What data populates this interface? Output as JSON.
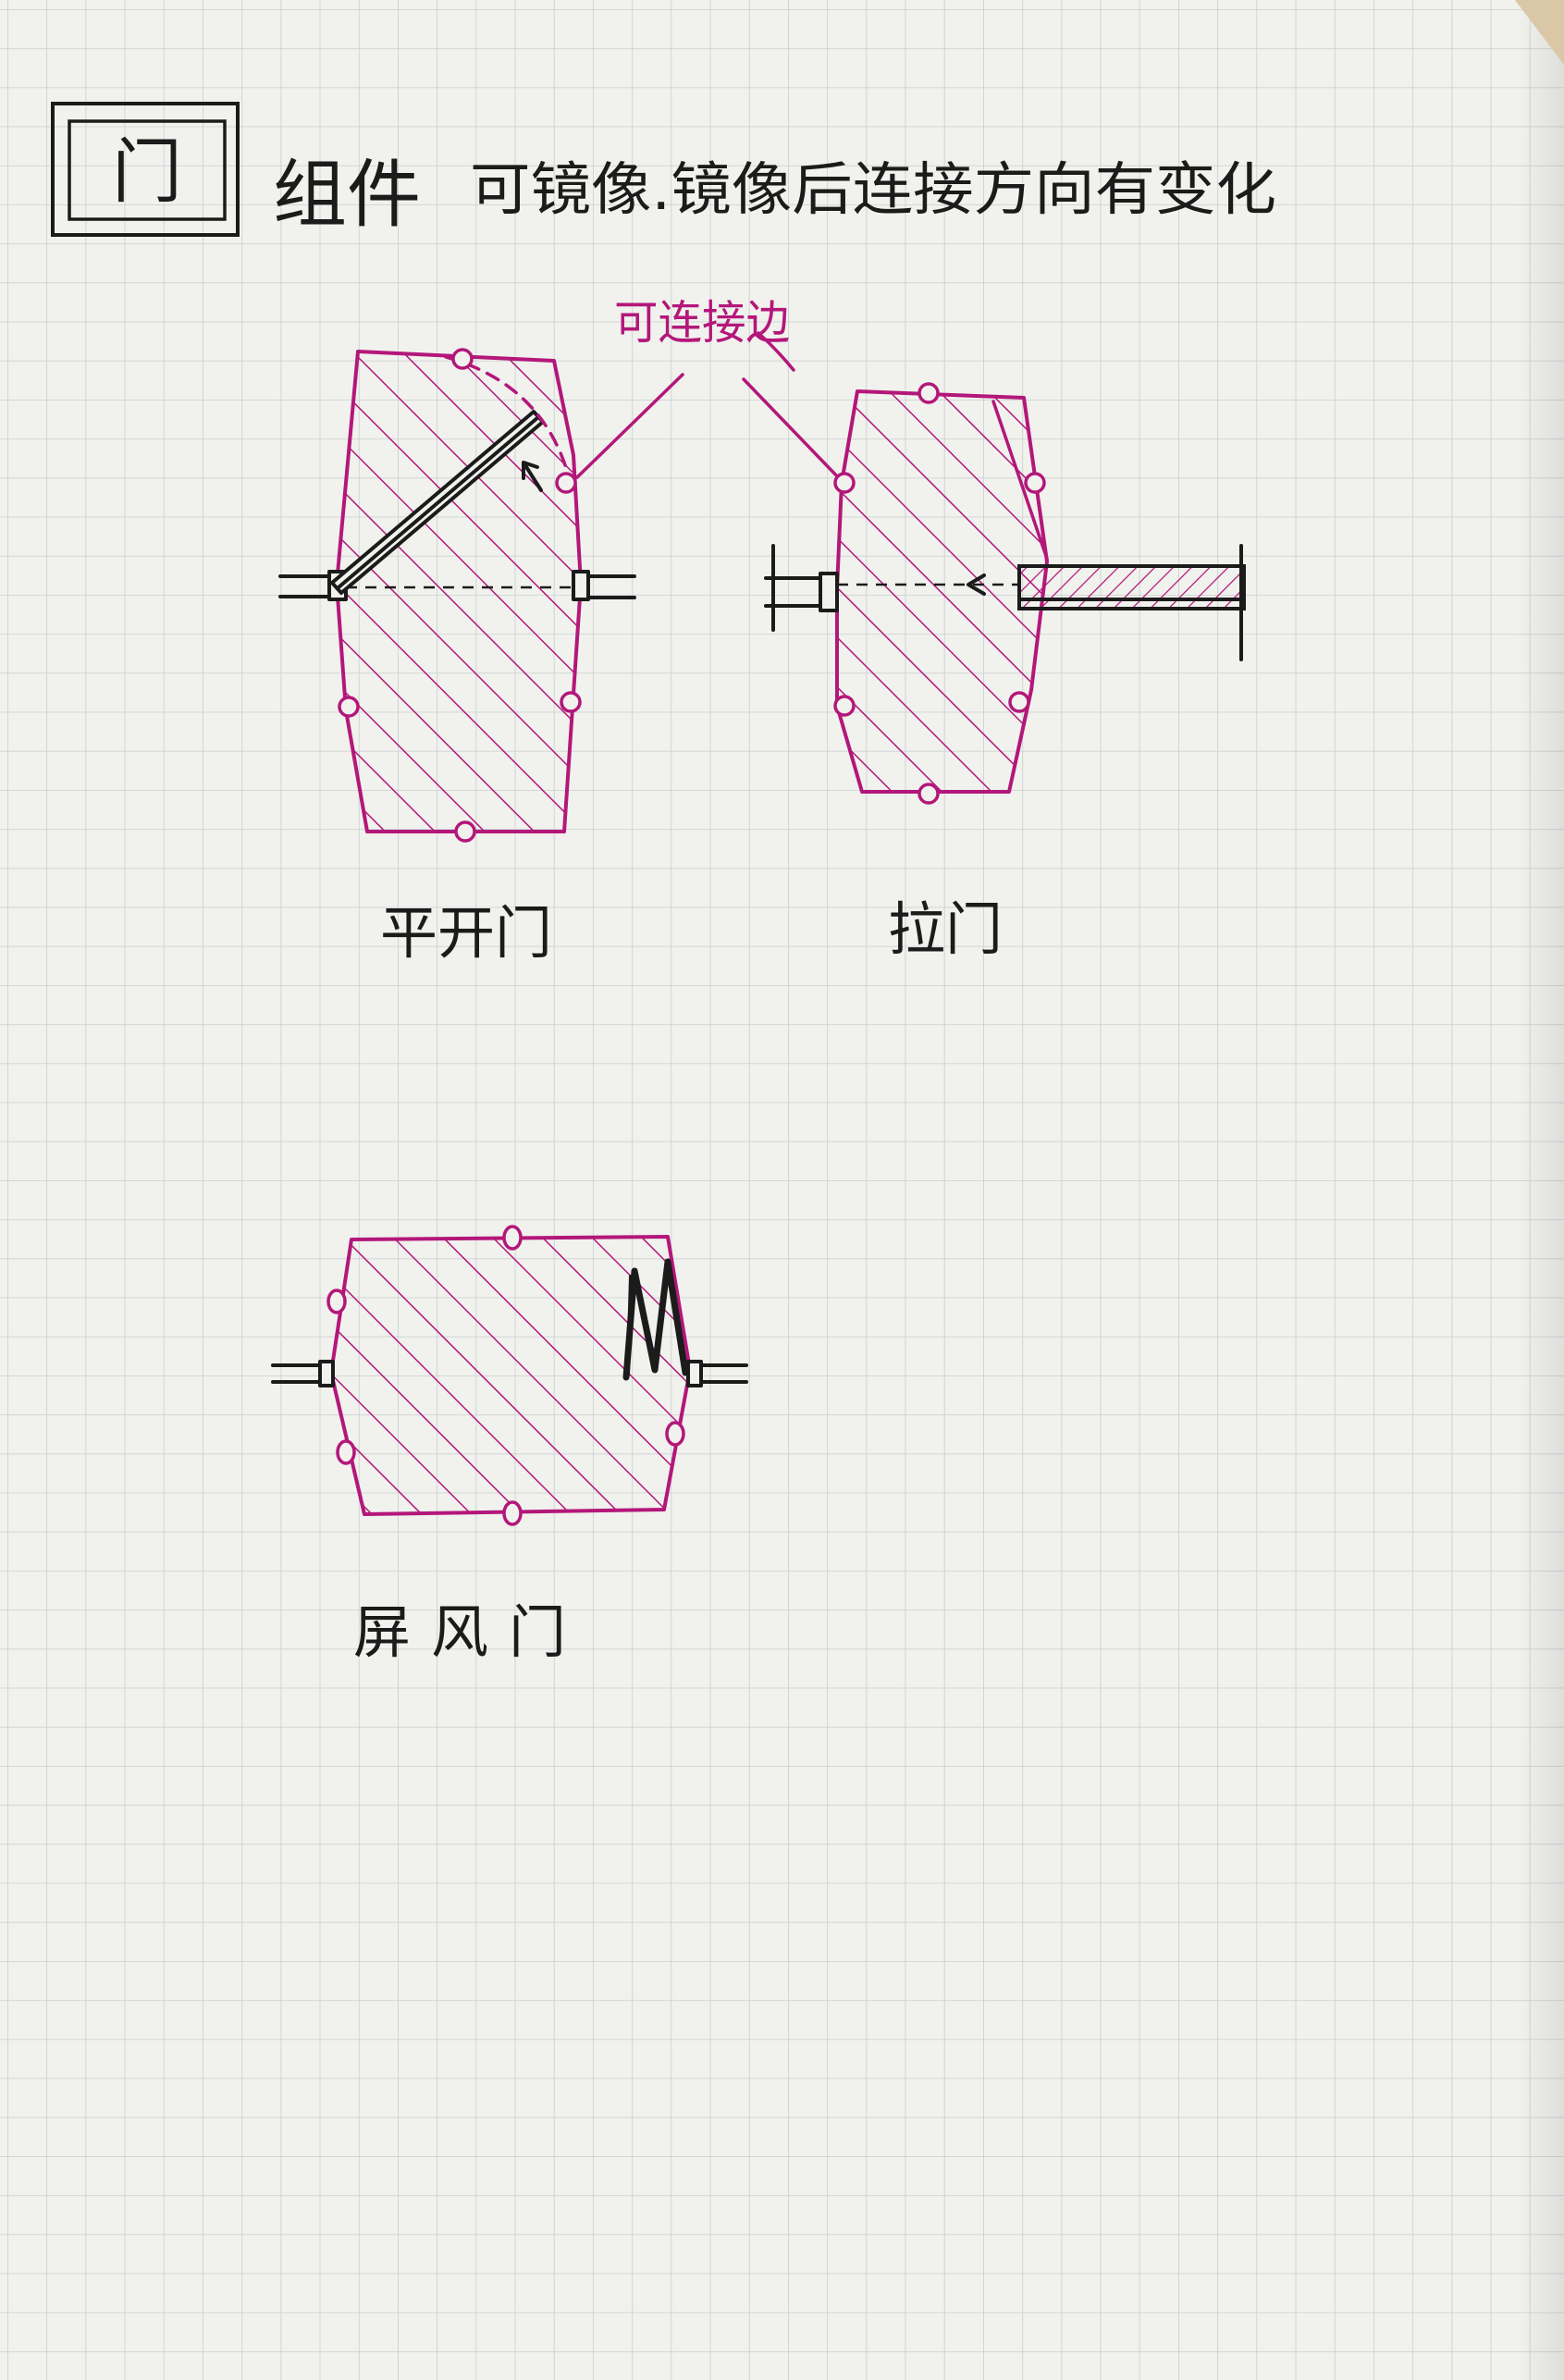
{
  "header": {
    "box_label": "门",
    "category": "组件",
    "note": "可镜像.镜像后连接方向有变化"
  },
  "annotation": {
    "label": "可连接边"
  },
  "doors": [
    {
      "label": "平开门"
    },
    {
      "label": "拉门"
    },
    {
      "label": "屏风门"
    }
  ],
  "colors": {
    "paper": "#f1f1ed",
    "grid": "#c7cfd1",
    "magenta_ink": "#b3177a",
    "black_ink": "#1b1b1b"
  }
}
